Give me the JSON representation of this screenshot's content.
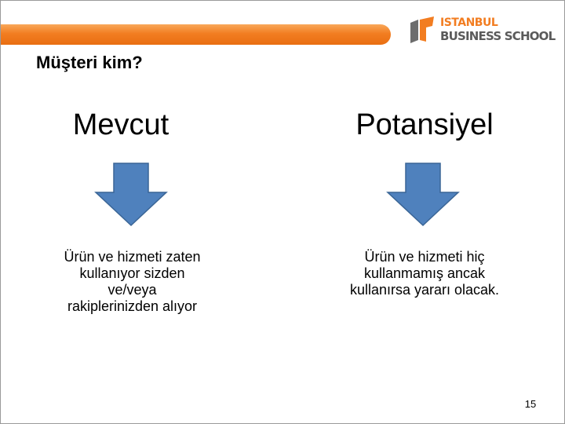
{
  "header": {
    "logo_line1": "ISTANBUL",
    "logo_line2": "BUSINESS SCHOOL",
    "bar_color": "#f27d21"
  },
  "title": "Müşteri kim?",
  "columns": [
    {
      "heading": "Mevcut",
      "arrow_icon": "down-arrow-icon",
      "text": "Ürün ve hizmeti zaten kullanıyor sizden ve/veya rakiplerinizden alıyor"
    },
    {
      "heading": "Potansiyel",
      "arrow_icon": "down-arrow-icon",
      "text": "Ürün ve hizmeti hiç kullanmamış ancak kullanırsa yararı olacak."
    }
  ],
  "arrow_color": "#4f81bd",
  "page_number": "15"
}
